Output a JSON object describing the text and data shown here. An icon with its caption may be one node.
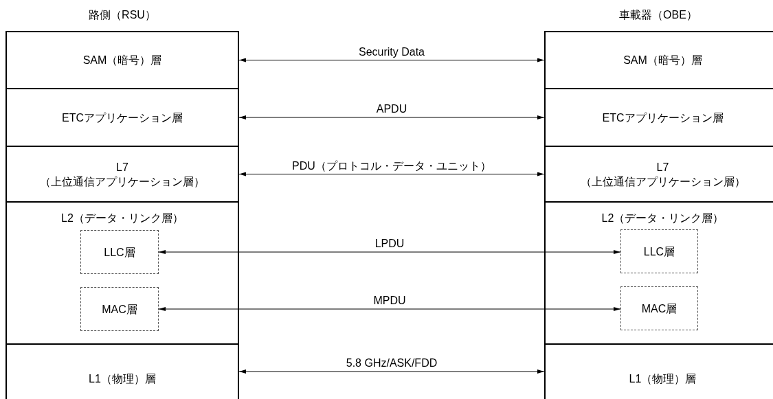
{
  "diagram": {
    "nodes": [
      {
        "text": [
          "SAM（暗号）層"
        ]
      },
      {
        "text": [
          "ETCアプリケーション層"
        ]
      },
      {
        "text": [
          "L7",
          "（上位通信アプリケーション層）"
        ]
      },
      {
        "text": [
          "L2（データ・リンク層）"
        ]
      },
      {
        "text": [
          "LLC層"
        ],
        "in": 3
      },
      {
        "text": [
          "MAC層"
        ],
        "in": 3
      },
      {
        "text": [
          "L1（物理）層"
        ]
      },
      {
        "text": [
          "SAM（暗号）層"
        ]
      },
      {
        "text": [
          "ETCアプリケーション層"
        ]
      },
      {
        "text": [
          "L7",
          "（上位通信アプリケーション層）"
        ]
      },
      {
        "text": [
          "L2（データ・リンク層）"
        ]
      },
      {
        "text": [
          "LLC層"
        ],
        "in": 10
      },
      {
        "text": [
          "MAC層"
        ],
        "in": 10
      },
      {
        "text": [
          "L1（物理）層"
        ]
      }
    ],
    "edges": [
      {
        "from": 0,
        "to": 7,
        "arrow": "both",
        "label": "Security Data"
      },
      {
        "from": 1,
        "to": 8,
        "arrow": "both",
        "label": "APDU"
      },
      {
        "from": 2,
        "to": 9,
        "arrow": "both",
        "label": "PDU（プロトコル・データ・ユニット）"
      },
      {
        "from": 4,
        "to": 11,
        "arrow": "both",
        "label": "LPDU"
      },
      {
        "from": 5,
        "to": 12,
        "arrow": "both",
        "label": "MPDU"
      },
      {
        "from": 6,
        "to": 13,
        "arrow": "both",
        "label": "5.8 GHz/ASK/FDD"
      }
    ],
    "labels": [
      "路側（RSU）",
      "車載器（OBE）"
    ]
  }
}
